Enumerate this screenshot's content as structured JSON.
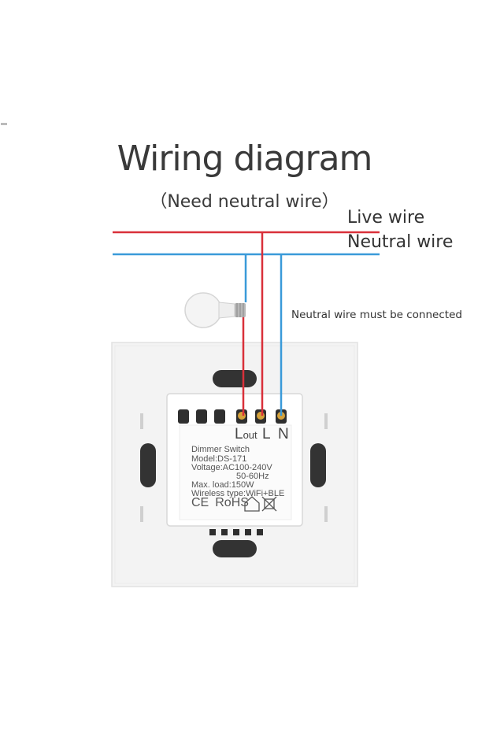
{
  "header": {
    "title": "Wiring diagram",
    "subtitle": "（Need neutral wire）"
  },
  "wires": {
    "live_label": "Live wire",
    "neutral_label": "Neutral wire",
    "live_color": "#d9303a",
    "neutral_color": "#3a9ad9"
  },
  "note": "Neutral wire must be connected",
  "module": {
    "terminals": {
      "l_out_main": "L",
      "l_out_sub": "out",
      "l": "L",
      "n": "N"
    },
    "specs": [
      "Dimmer Switch",
      "Model:DS-171",
      "Voltage:AC100-240V",
      "50-60Hz",
      "Max. load:150W",
      "Wireless type:WiFi+BLE"
    ],
    "marks": {
      "ce": "CE",
      "rohs": "RoHS"
    }
  }
}
